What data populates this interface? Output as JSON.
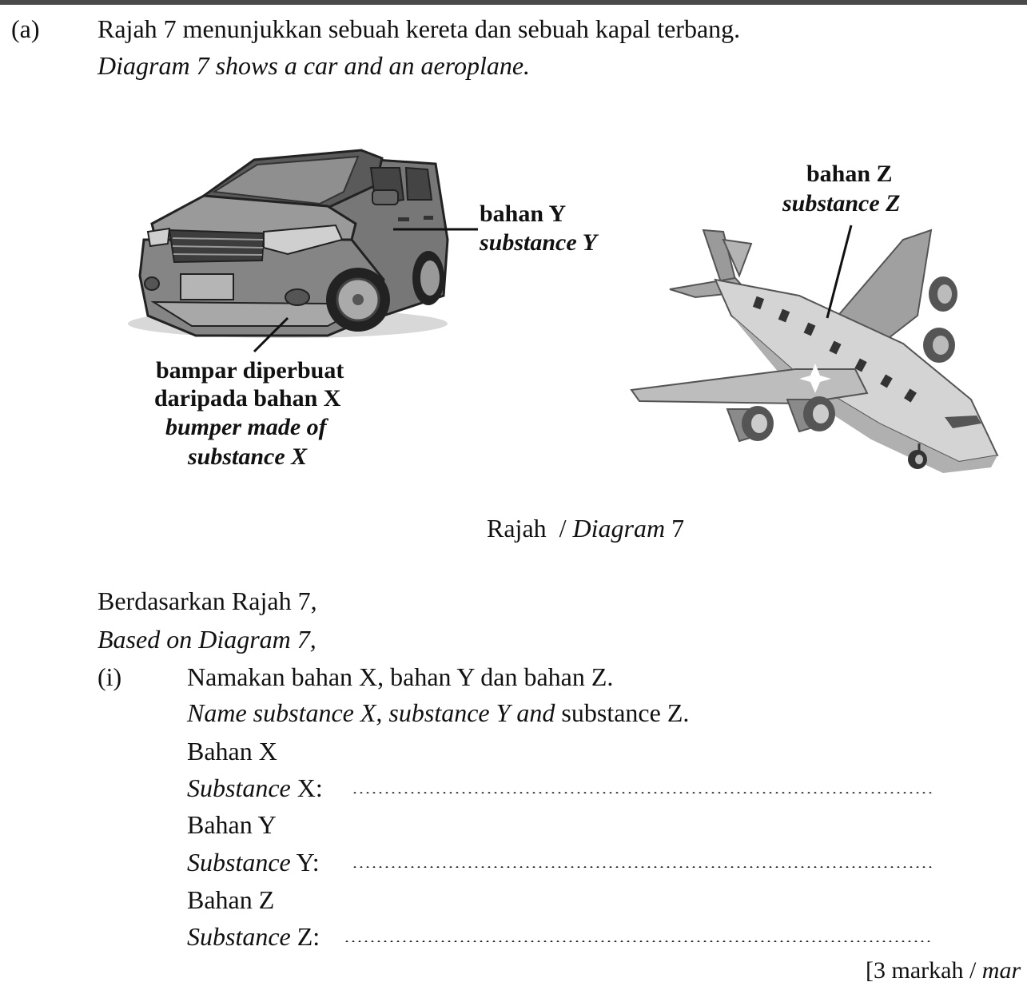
{
  "question": {
    "part_label": "(a)",
    "intro_ms": "Rajah 7 menunjukkan sebuah kereta dan sebuah kapal terbang.",
    "intro_en": "Diagram 7 shows a car and an aeroplane."
  },
  "diagram": {
    "car_label_y_ms": "bahan Y",
    "car_label_y_en": "substance Y",
    "bumper_ms_1": "bampar diperbuat",
    "bumper_ms_2": "daripada bahan X",
    "bumper_en_1": "bumper made of",
    "bumper_en_2": "substance X",
    "plane_label_z_ms": "bahan Z",
    "plane_label_z_en": "substance Z",
    "caption_ms": "Rajah",
    "caption_sep": "/",
    "caption_en": "Diagram",
    "caption_num": "7"
  },
  "based": {
    "ms": "Berdasarkan Rajah 7,",
    "en": "Based on Diagram 7,"
  },
  "sub_i": {
    "label": "(i)",
    "q_ms": "Namakan bahan X, bahan Y dan bahan Z.",
    "q_en_a": "Name substance X, substance Y ",
    "q_en_and": "and",
    "q_en_b": " substance Z.",
    "answers": [
      {
        "ms": "Bahan X",
        "en_word": "Substance",
        "en_letter": " X:"
      },
      {
        "ms": "Bahan Y",
        "en_word": "Substance",
        "en_letter": " Y:"
      },
      {
        "ms": "Bahan Z",
        "en_word": "Substance",
        "en_letter": " Z:"
      }
    ],
    "marks_ms": "[3 markah /",
    "marks_en": " mar"
  },
  "colors": {
    "ink": "#111111",
    "figure_gray": "#8a8a8a",
    "top_bar": "#4a4a4a"
  }
}
